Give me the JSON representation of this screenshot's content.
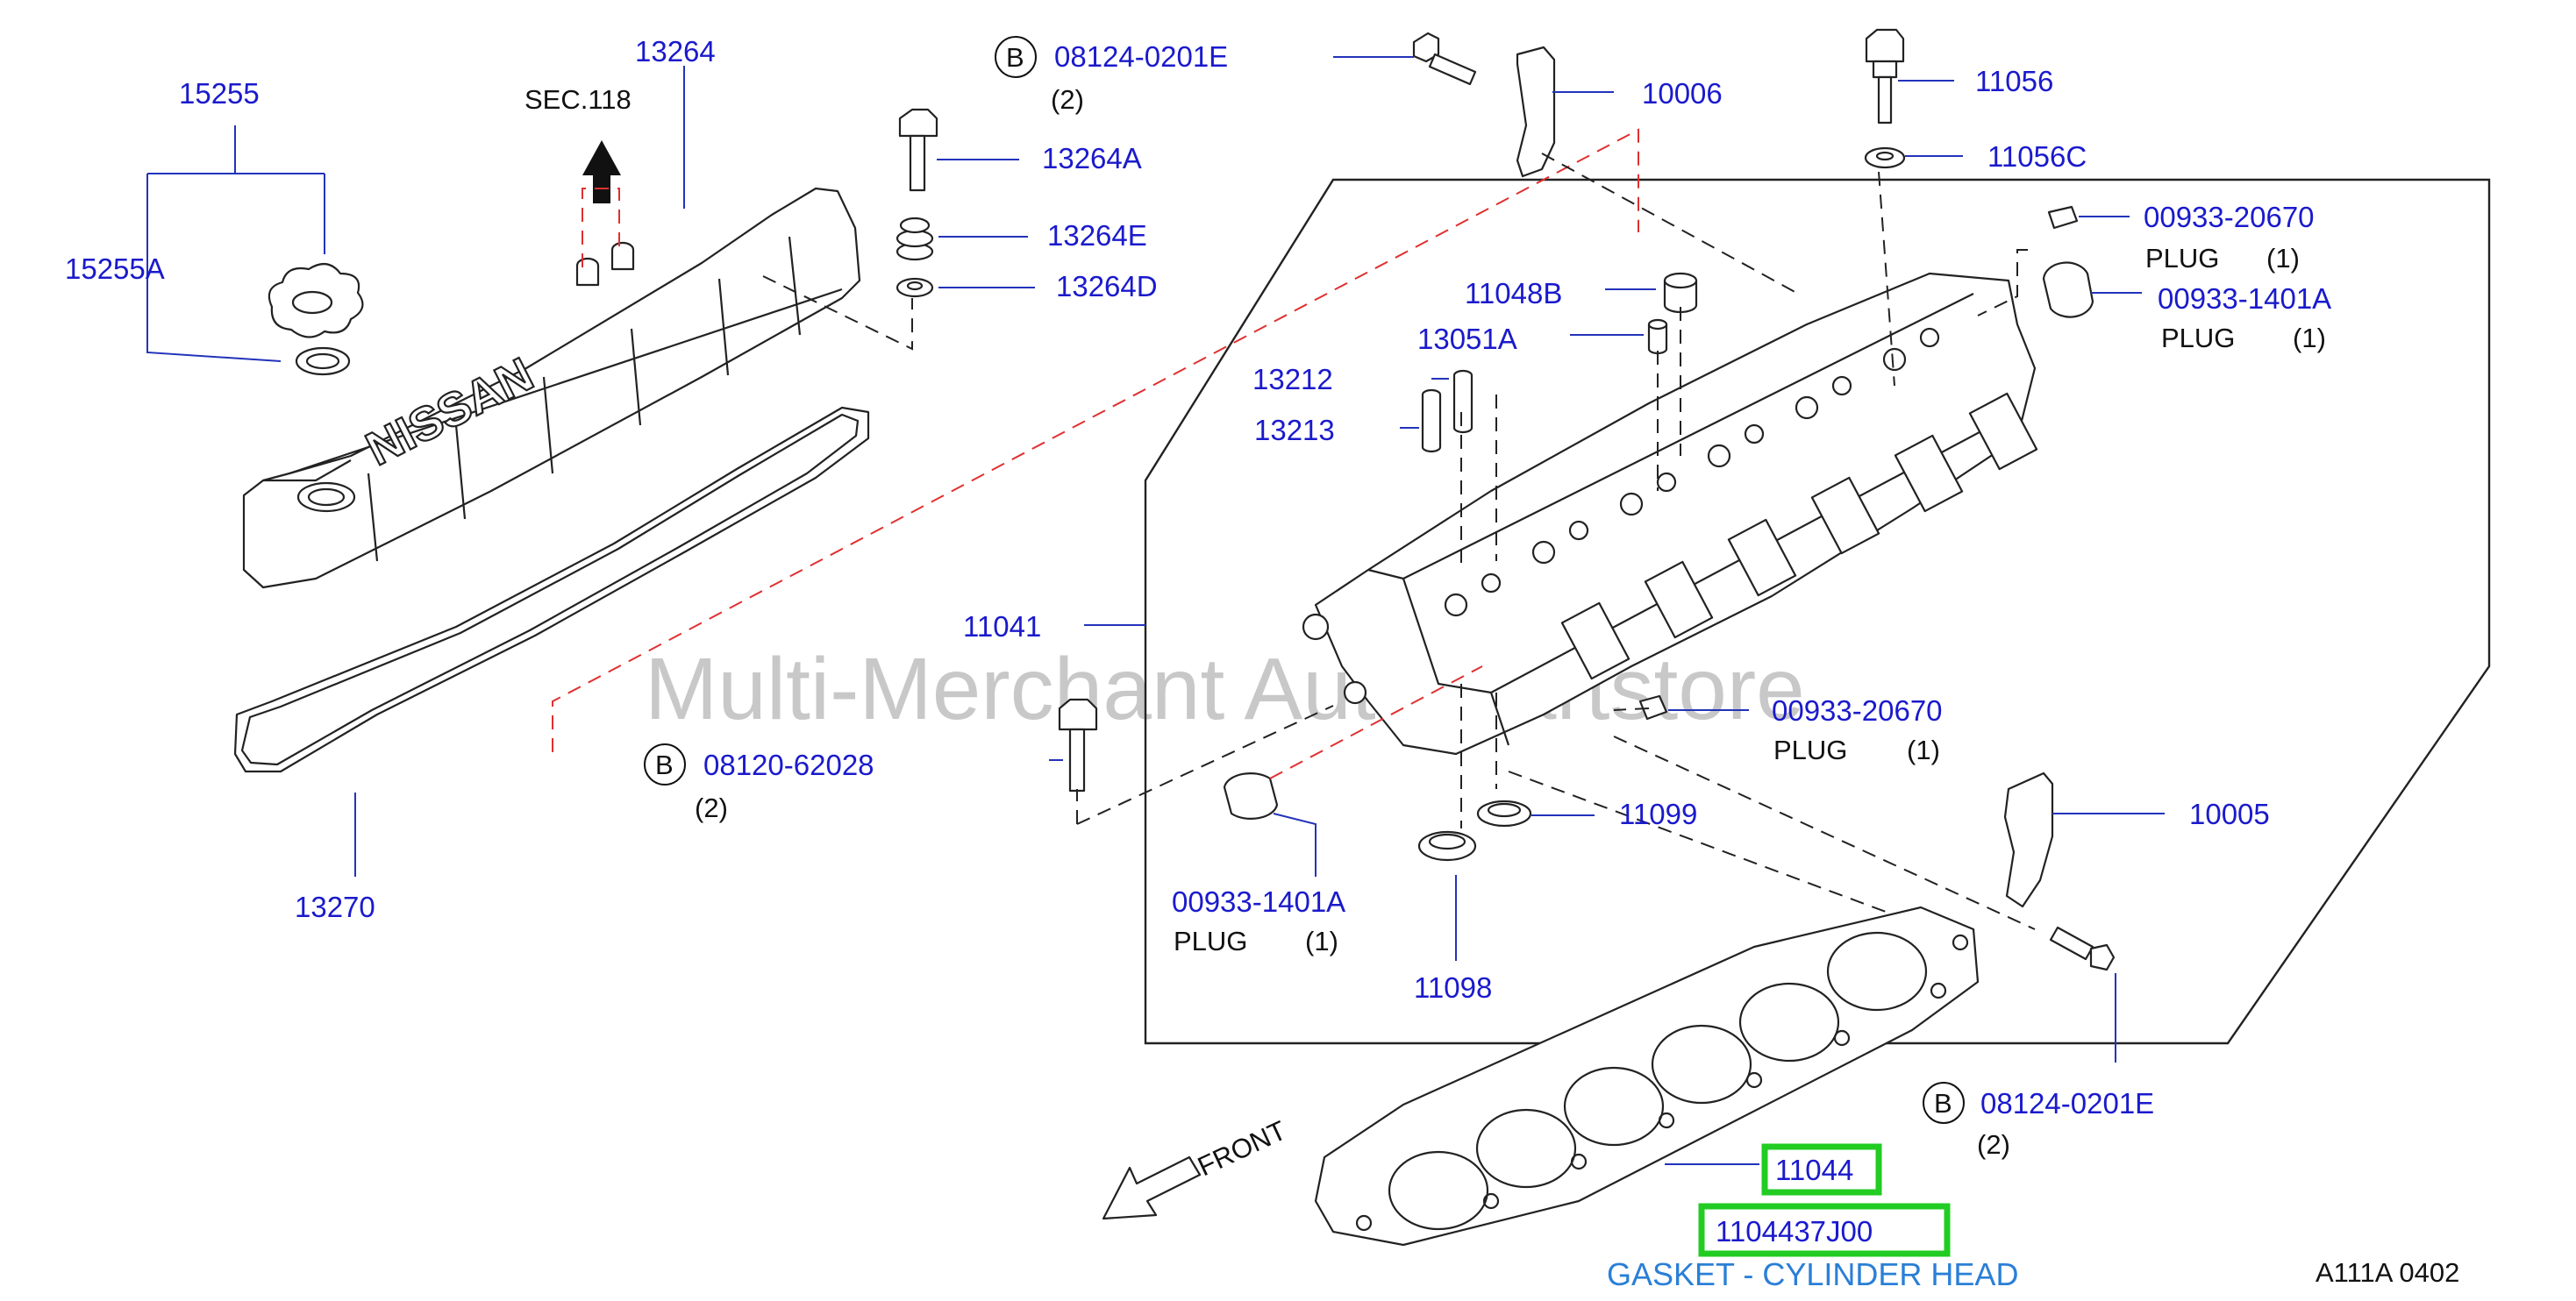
{
  "watermark": "Multi-Merchant Auto Partstore",
  "diagram_code": "A111A  0402",
  "front_label": "FRONT",
  "section_ref": "SEC.118",
  "highlight_color": "#22cc22",
  "label_color": "#1a1acc",
  "caption": "GASKET - CYLINDER HEAD",
  "parts": {
    "p15255": "15255",
    "p15255A": "15255A",
    "p13264": "13264",
    "p13264A": "13264A",
    "p13264E": "13264E",
    "p13264D": "13264D",
    "p13270": "13270",
    "p10006": "10006",
    "p11056": "11056",
    "p11056C": "11056C",
    "p11048B": "11048B",
    "p13051A": "13051A",
    "p13212": "13212",
    "p13213": "13213",
    "p11041": "11041",
    "p11099": "11099",
    "p11098": "11098",
    "p10005": "10005",
    "p11044": "11044",
    "p11044_full": "1104437J00",
    "bolt_top": {
      "marker": "B",
      "number": "08124-0201E",
      "qty": "(2)"
    },
    "bolt_left": {
      "marker": "B",
      "number": "08120-62028",
      "qty": "(2)"
    },
    "bolt_bottom": {
      "marker": "B",
      "number": "08124-0201E",
      "qty": "(2)"
    },
    "plug_a": {
      "number": "00933-20670",
      "name": "PLUG",
      "qty": "(1)"
    },
    "plug_b": {
      "number": "00933-1401A",
      "name": "PLUG",
      "qty": "(1)"
    },
    "plug_c": {
      "number": "00933-20670",
      "name": "PLUG",
      "qty": "(1)"
    },
    "plug_d": {
      "number": "00933-1401A",
      "name": "PLUG",
      "qty": "(1)"
    }
  },
  "cover_logo": "NISSAN"
}
